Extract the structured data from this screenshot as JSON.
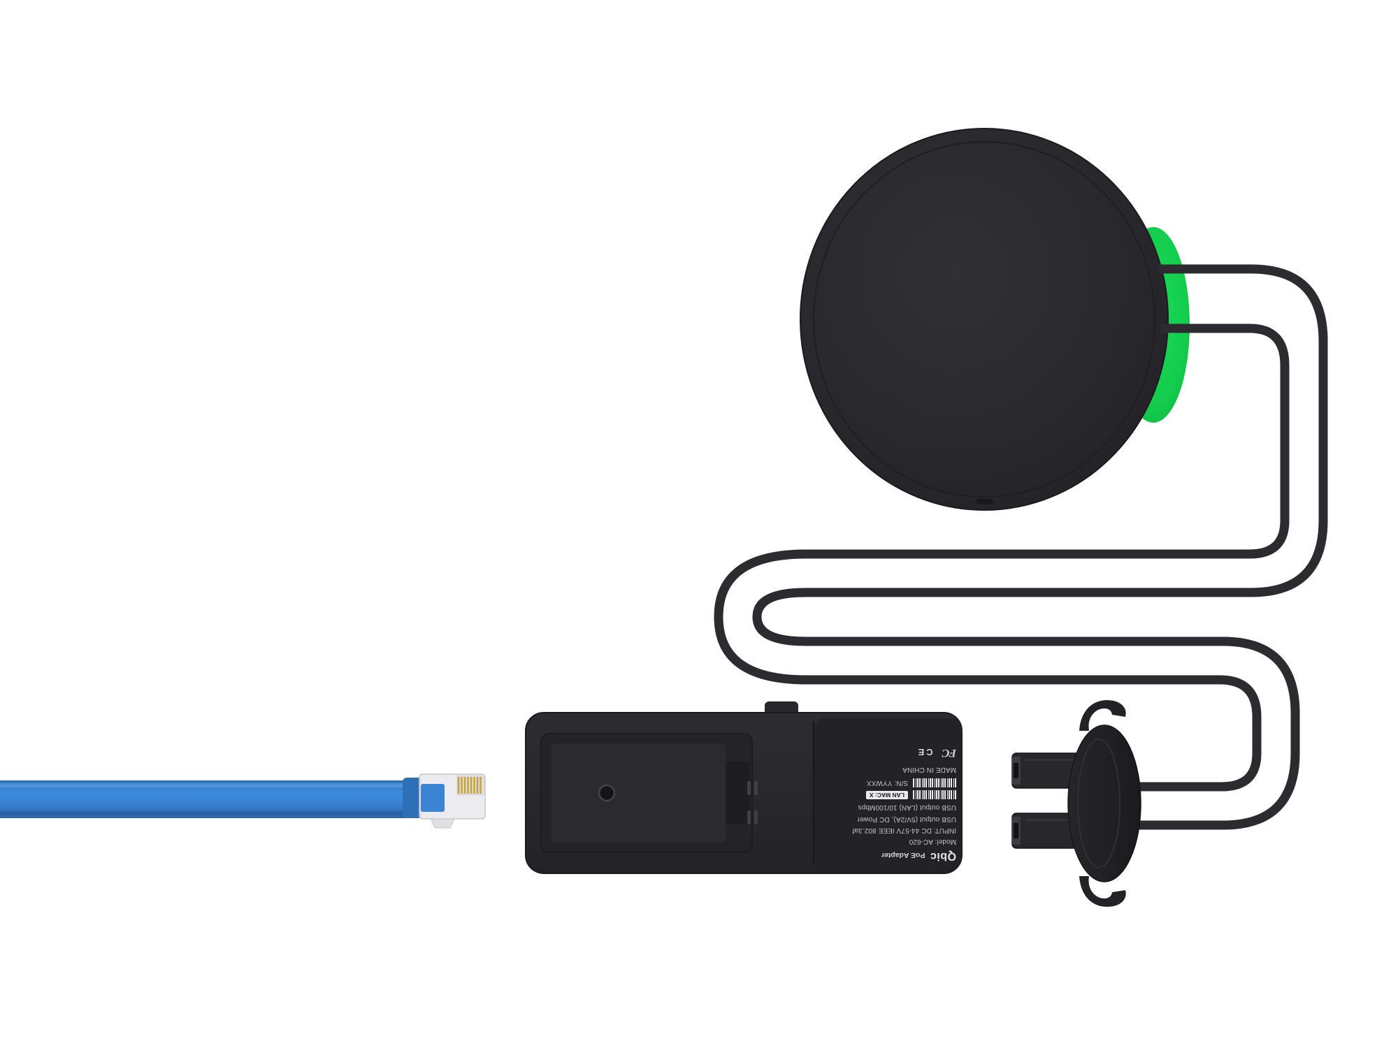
{
  "product_label": {
    "brand": "Qbic",
    "product": "PoE  Adapter",
    "model": "Model: AC-620",
    "input_spec": "INPUT: DC 44-57V IEEE 802.3af",
    "usb_power": "USB output (5V/2A), DC Power",
    "usb_lan": "USB output (LAN)  10/100Mbps",
    "lan_mac": "LAN MAC: X",
    "serial": "S/N: YYWXX",
    "made_in": "MADE IN CHINA",
    "fcc_mark": "FC",
    "ce_mark": "CE"
  },
  "colors": {
    "background": "#ffffff",
    "device_body": "#27272b",
    "accent_green": "#13ca4c",
    "cable": "#2c2c30",
    "ethernet_blue": "#3a86d8",
    "label_text": "#c2c2c7"
  },
  "parts": {
    "round_device": "round device with green edge",
    "usb_cable": "dual USB serpentine cable",
    "poe_adapter": "Qbic AC-620 PoE adapter",
    "ethernet_cable": "blue RJ45 ethernet cable"
  }
}
